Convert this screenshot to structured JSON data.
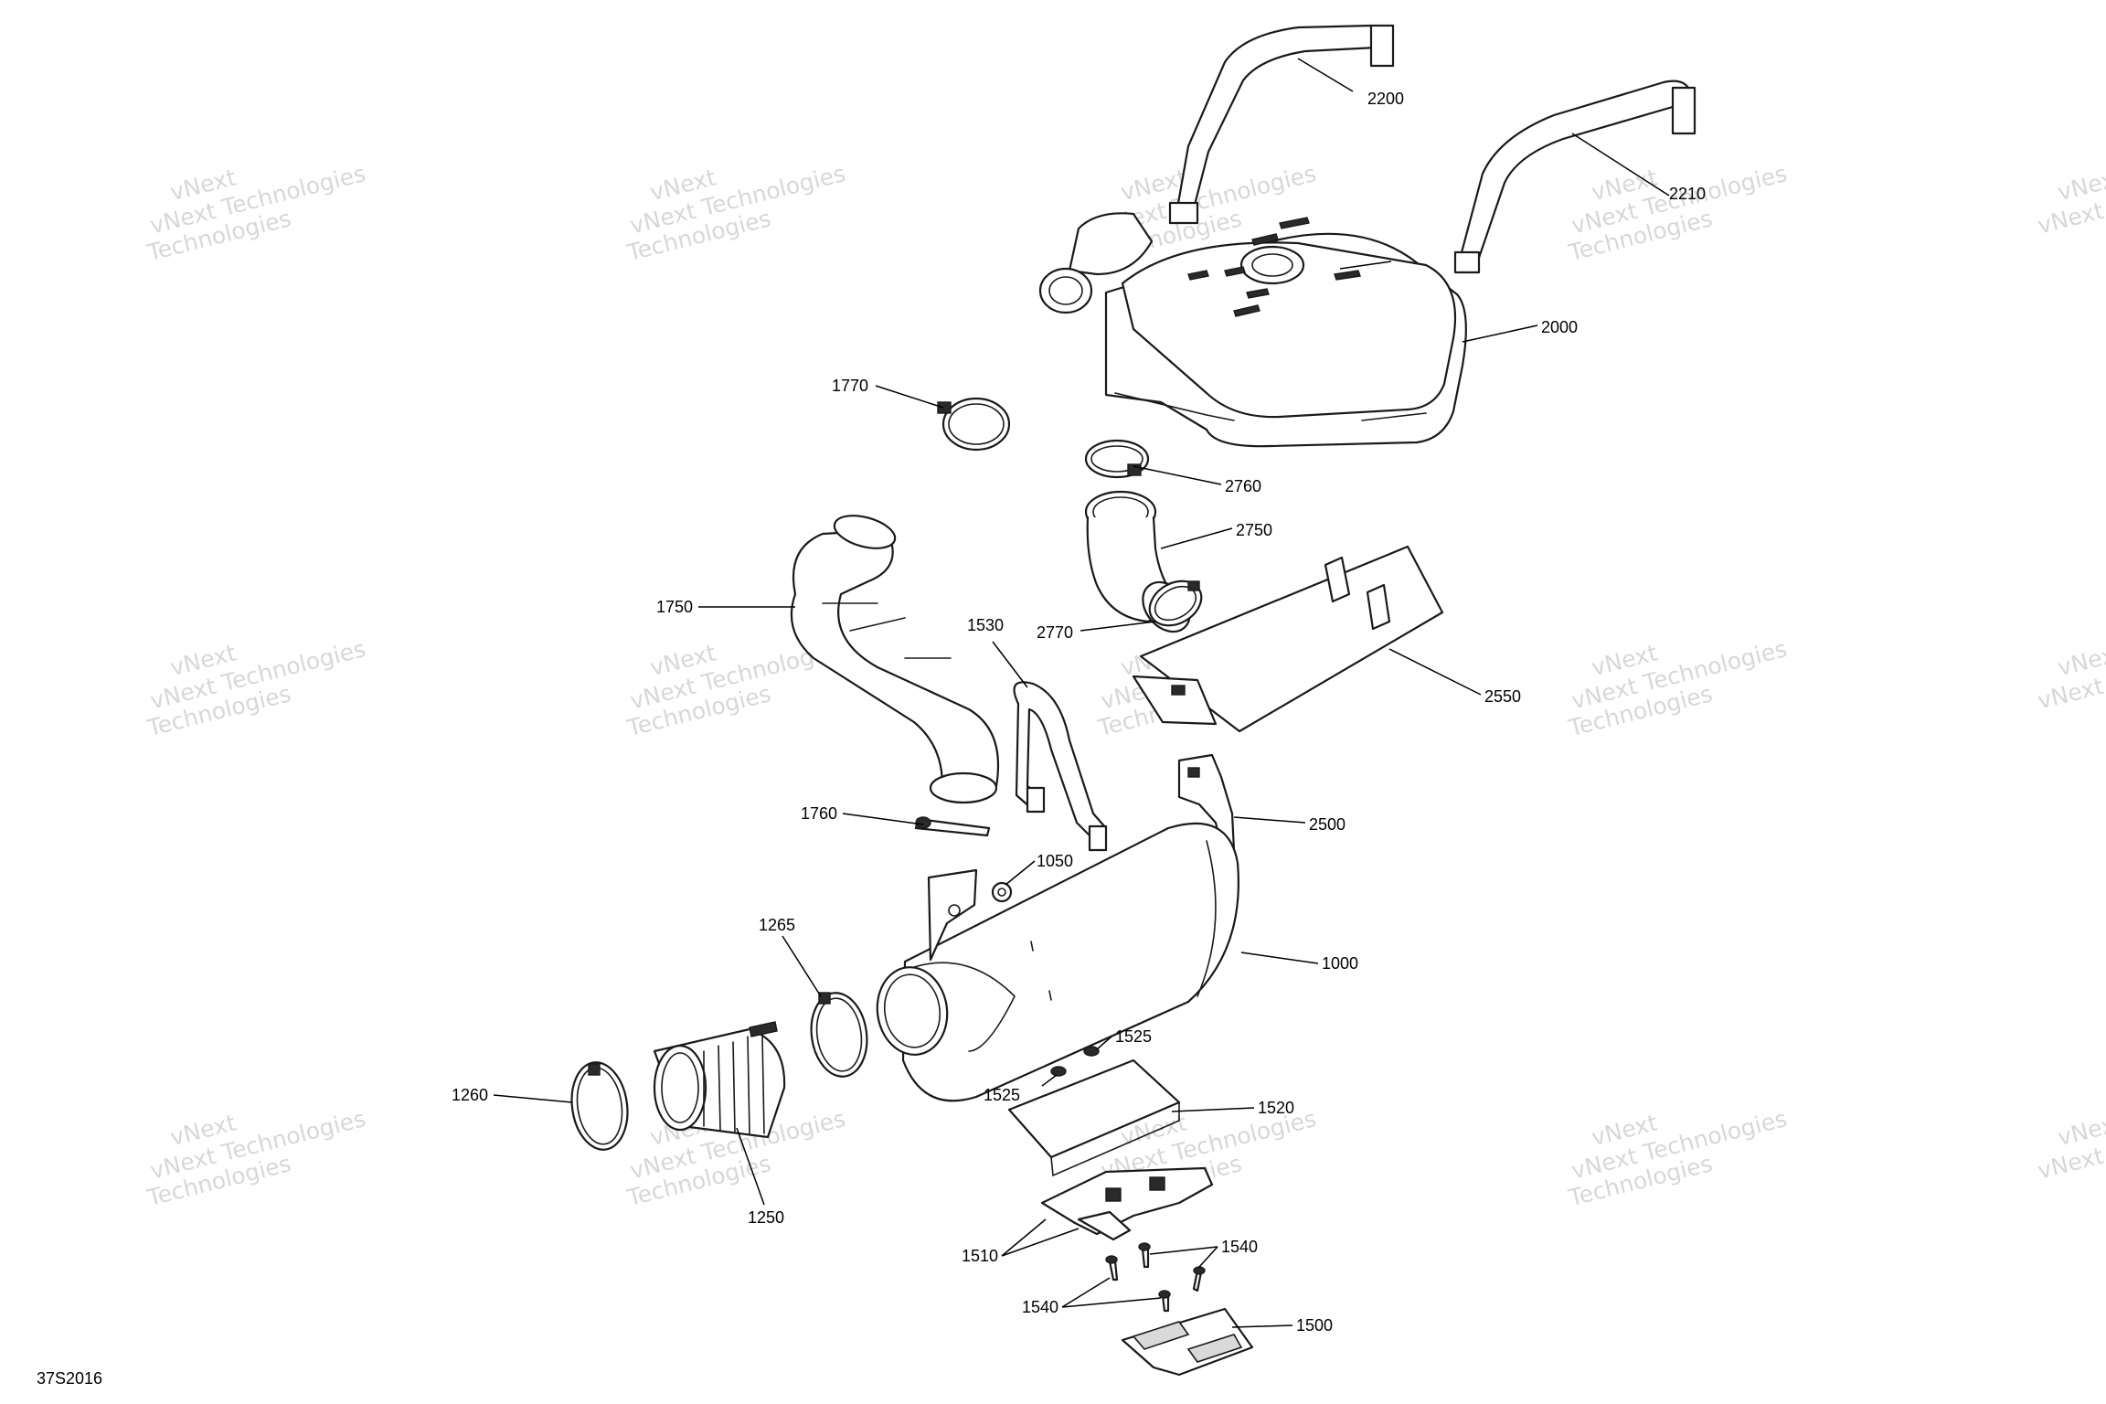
{
  "figure_id": "37S2016",
  "watermark": {
    "line1": "vNext Technologies",
    "line2": "Technologies",
    "line3": "vNext"
  },
  "callouts": [
    {
      "id": "2200",
      "label": "2200"
    },
    {
      "id": "2210",
      "label": "2210"
    },
    {
      "id": "2000",
      "label": "2000"
    },
    {
      "id": "1770",
      "label": "1770"
    },
    {
      "id": "2760",
      "label": "2760"
    },
    {
      "id": "2750",
      "label": "2750"
    },
    {
      "id": "1750",
      "label": "1750"
    },
    {
      "id": "2770",
      "label": "2770"
    },
    {
      "id": "1530",
      "label": "1530"
    },
    {
      "id": "2550",
      "label": "2550"
    },
    {
      "id": "1760",
      "label": "1760"
    },
    {
      "id": "2500",
      "label": "2500"
    },
    {
      "id": "1050",
      "label": "1050"
    },
    {
      "id": "1265",
      "label": "1265"
    },
    {
      "id": "1000",
      "label": "1000"
    },
    {
      "id": "1525a",
      "label": "1525"
    },
    {
      "id": "1525b",
      "label": "1525"
    },
    {
      "id": "1260",
      "label": "1260"
    },
    {
      "id": "1520",
      "label": "1520"
    },
    {
      "id": "1250",
      "label": "1250"
    },
    {
      "id": "1510",
      "label": "1510"
    },
    {
      "id": "1540a",
      "label": "1540"
    },
    {
      "id": "1540b",
      "label": "1540"
    },
    {
      "id": "1500",
      "label": "1500"
    }
  ]
}
